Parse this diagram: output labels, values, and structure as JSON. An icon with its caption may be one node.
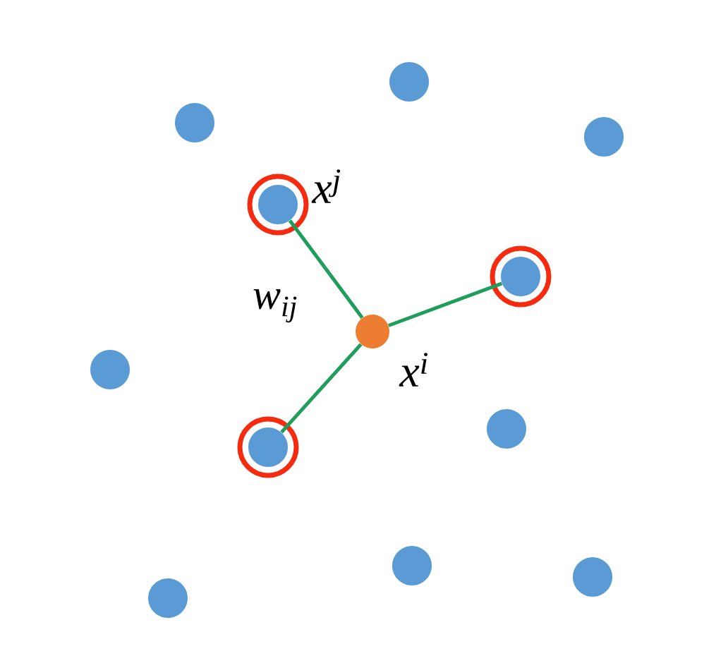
{
  "diagram": {
    "nodes": [
      {
        "text": [],
        "shape": "circle"
      },
      {
        "text": [],
        "shape": "circle"
      },
      {
        "text": [],
        "shape": "circle"
      },
      {
        "text": [],
        "shape": "circle",
        "beside": [
          "x$^{j}$"
        ]
      },
      {
        "text": [],
        "shape": "circle"
      },
      {
        "text": [],
        "shape": "circle",
        "beside": [
          "x$^{i}$"
        ]
      },
      {
        "text": [],
        "shape": "circle"
      },
      {
        "text": [],
        "shape": "circle"
      },
      {
        "text": [],
        "shape": "circle"
      },
      {
        "text": [],
        "shape": "circle"
      },
      {
        "text": [],
        "shape": "circle"
      },
      {
        "text": [],
        "shape": "circle"
      }
    ],
    "edges": [
      {
        "from": 5,
        "to": 3,
        "arrow": "none",
        "label": "w$_{ij}$"
      },
      {
        "from": 5,
        "to": 4,
        "arrow": "none"
      },
      {
        "from": 5,
        "to": 8,
        "arrow": "none"
      }
    ]
  }
}
